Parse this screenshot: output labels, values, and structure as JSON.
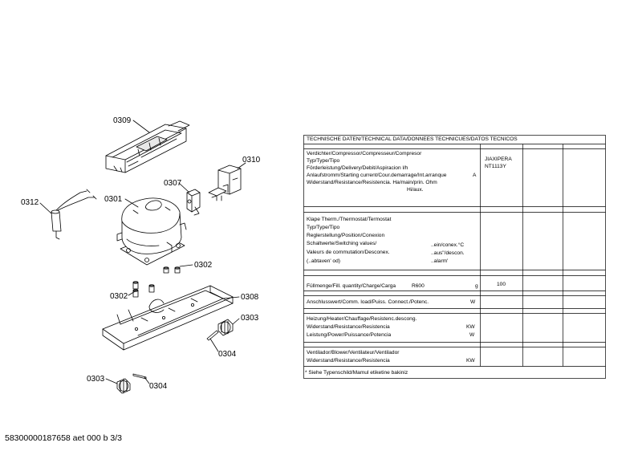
{
  "part_labels": {
    "p0309": "0309",
    "p0310": "0310",
    "p0307": "0307",
    "p0301": "0301",
    "p0312": "0312",
    "p0302a": "0302",
    "p0302b": "0302",
    "p0308": "0308",
    "p0303a": "0303",
    "p0304a": "0304",
    "p0303b": "0303",
    "p0304b": "0304"
  },
  "tech_table": {
    "header": "TECHNISCHE DATEN/TECHNICAL DATA/DONNEES TECHNICUES/DATOS TECNICOS",
    "compressor": {
      "lines": [
        "Verdichter/Compressor/Compresseur/Compresor",
        "Typ/Type/Tipo",
        "Förderleistung/Delivery/Debit/Aspiracion l/h",
        "Anlaufstromm/Starting current/Cour.demarrage/Int.arranque",
        "Widerstand/Resistance/Resistencia. Ha/main/prin. Ohm",
        "Hi/aux."
      ],
      "unit_A": "A",
      "value_1": "JIAXIPERA",
      "value_2": "NT1113Y"
    },
    "thermostat": {
      "lines": [
        "Klape Therm./Thermostat/Termostat",
        "Typ/Type/Tipo",
        "Reglerstellung/Position/Conexion",
        "Schaltwerte/Switching values/",
        "Valeurs de commutation/Desconex.",
        "(..abtaven' od)"
      ],
      "right_lines": [
        "..ein/conex.°C",
        "..aus\"/descon.",
        "..alarm'"
      ]
    },
    "fill": {
      "label": "Füllmenge/Fill. quantity/Charge/Carga",
      "refrigerant": "R600",
      "unit": "g",
      "value": "100"
    },
    "connection": {
      "label": "Anschlusswert/Comm. load/Puiss. Connect./Potenc.",
      "unit": "W"
    },
    "heating": {
      "lines": [
        "Heizung/Heater/Chauffage/Resistenc.descong.",
        "Widerstand/Resistance/Resistencia",
        "Leistung/Power/Puissance/Potencia"
      ],
      "units": [
        "KW",
        "W"
      ]
    },
    "fan": {
      "lines": [
        "Ventilador/Blower/Ventilateur/Ventilador",
        "Widerstand/Resistance/Resistencia"
      ],
      "unit": "KW"
    },
    "note": "* Siehe Typenschild/Mamul etiketine bakiniz"
  },
  "footer": "58300000187658 aet 000 b 3/3"
}
